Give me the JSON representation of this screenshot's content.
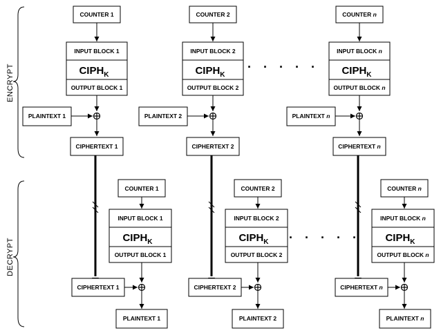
{
  "sections": {
    "encrypt": "ENCRYPT",
    "decrypt": "DECRYPT"
  },
  "cipher": {
    "main": "CIPH",
    "sub": "K"
  },
  "ellipsis": "· · · · ·",
  "encrypt_columns": [
    {
      "counter": {
        "text": "COUNTER 1",
        "var": ""
      },
      "input_block": {
        "text": "INPUT BLOCK 1",
        "var": ""
      },
      "output_block": {
        "text": "OUTPUT BLOCK 1",
        "var": ""
      },
      "plaintext": {
        "text": "PLAINTEXT 1",
        "var": ""
      },
      "ciphertext": {
        "text": "CIPHERTEXT 1",
        "var": ""
      }
    },
    {
      "counter": {
        "text": "COUNTER 2",
        "var": ""
      },
      "input_block": {
        "text": "INPUT BLOCK 2",
        "var": ""
      },
      "output_block": {
        "text": "OUTPUT BLOCK 2",
        "var": ""
      },
      "plaintext": {
        "text": "PLAINTEXT 2",
        "var": ""
      },
      "ciphertext": {
        "text": "CIPHERTEXT 2",
        "var": ""
      }
    },
    {
      "counter": {
        "text": "COUNTER ",
        "var": "n"
      },
      "input_block": {
        "text": "INPUT BLOCK ",
        "var": "n"
      },
      "output_block": {
        "text": "OUTPUT BLOCK ",
        "var": "n"
      },
      "plaintext": {
        "text": "PLAINTEXT ",
        "var": "n"
      },
      "ciphertext": {
        "text": "CIPHERTEXT ",
        "var": "n"
      }
    }
  ],
  "decrypt_columns": [
    {
      "counter": {
        "text": "COUNTER 1",
        "var": ""
      },
      "input_block": {
        "text": "INPUT BLOCK 1",
        "var": ""
      },
      "output_block": {
        "text": "OUTPUT BLOCK 1",
        "var": ""
      },
      "ciphertext": {
        "text": "CIPHERTEXT 1",
        "var": ""
      },
      "plaintext": {
        "text": "PLAINTEXT 1",
        "var": ""
      }
    },
    {
      "counter": {
        "text": "COUNTER 2",
        "var": ""
      },
      "input_block": {
        "text": "INPUT BLOCK 2",
        "var": ""
      },
      "output_block": {
        "text": "OUTPUT BLOCK 2",
        "var": ""
      },
      "ciphertext": {
        "text": "CIPHERTEXT 2",
        "var": ""
      },
      "plaintext": {
        "text": "PLAINTEXT 2",
        "var": ""
      }
    },
    {
      "counter": {
        "text": "COUNTER ",
        "var": "n"
      },
      "input_block": {
        "text": "INPUT BLOCK ",
        "var": "n"
      },
      "output_block": {
        "text": "OUTPUT BLOCK ",
        "var": "n"
      },
      "ciphertext": {
        "text": "CIPHERTEXT ",
        "var": "n"
      },
      "plaintext": {
        "text": "PLAINTEXT ",
        "var": "n"
      }
    }
  ]
}
